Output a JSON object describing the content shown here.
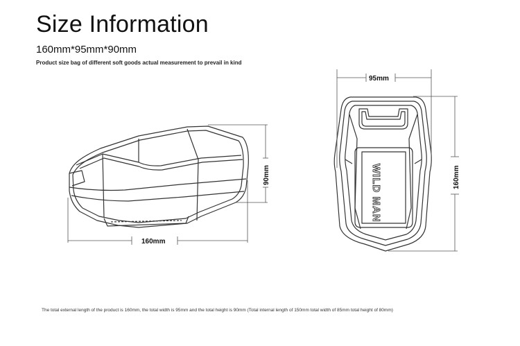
{
  "header": {
    "title": "Size Information",
    "dimensions": "160mm*95mm*90mm",
    "note": "Product size bag of different soft goods actual measurement to prevail in kind"
  },
  "side_view": {
    "length_label": "160mm",
    "height_label": "90mm"
  },
  "top_view": {
    "width_label": "95mm",
    "length_label": "160mm",
    "brand_text": "WILD MAN"
  },
  "footer": {
    "text": "The total external length of the product is 160mm, the total width is 95mm and the total height is 90mm (Total internal length of 150mm total width of 85mm total height of 80mm)"
  },
  "colors": {
    "line": "#333333",
    "dimension": "#555555"
  }
}
